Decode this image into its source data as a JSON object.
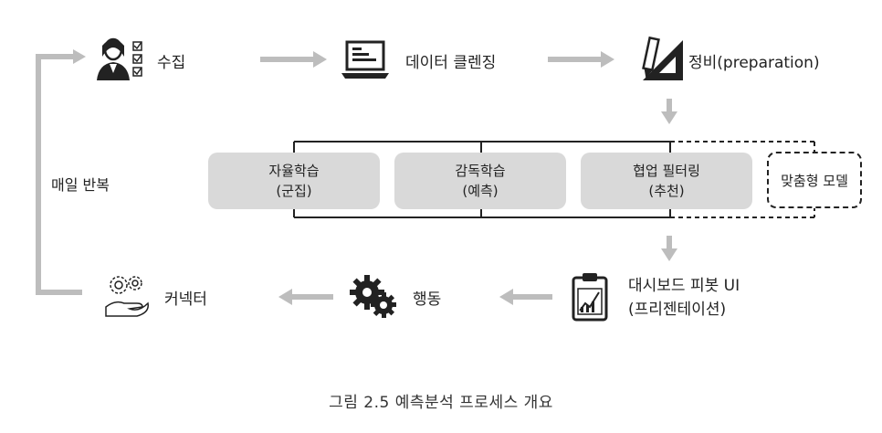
{
  "top_row": {
    "collect": "수집",
    "cleansing": "데이터 클렌징",
    "preparation": "정비(preparation)"
  },
  "middle_row": {
    "boxes": [
      {
        "line1": "자율학습",
        "line2": "(군집)"
      },
      {
        "line1": "감독학습",
        "line2": "(예측)"
      },
      {
        "line1": "협업 필터링",
        "line2": "(추천)"
      }
    ],
    "custom_model": "맞춤형 모델"
  },
  "bottom_row": {
    "dashboard_line1": "대시보드 피봇 UI",
    "dashboard_line2": "(프리젠테이션)",
    "action": "행동",
    "connector": "커넥터"
  },
  "loop_label": "매일 반복",
  "caption": "그림 2.5 예측분석 프로세스 개요",
  "icons": [
    "person-checklist-icon",
    "laptop-icon",
    "pencil-ruler-icon",
    "clipboard-chart-icon",
    "gears-icon",
    "hand-gears-icon"
  ],
  "colors": {
    "arrow": "#bdbdbd",
    "box": "#d9d9d9",
    "line": "#222222"
  }
}
